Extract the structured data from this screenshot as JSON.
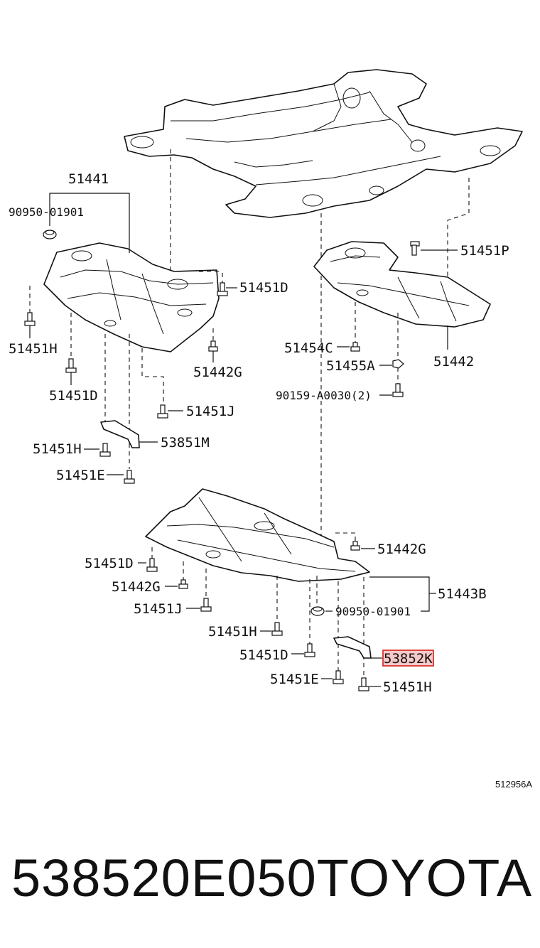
{
  "labels": {
    "l51441": "51441",
    "l90950a": "90950-01901",
    "l51451D_a": "51451D",
    "l51451H_a": "51451H",
    "l51442G_a": "51442G",
    "l51451D_b": "51451D",
    "l51451J_a": "51451J",
    "l51451H_b": "51451H",
    "l53851M": "53851M",
    "l51451E_a": "51451E",
    "l51451P": "51451P",
    "l51454C": "51454C",
    "l51455A": "51455A",
    "l51442": "51442",
    "l90159": "90159-A0030(2)",
    "l51442G_b": "51442G",
    "l51451D_c": "51451D",
    "l51442G_c": "51442G",
    "l51443B": "51443B",
    "l51451J_b": "51451J",
    "l90950b": "90950-01901",
    "l51451H_c": "51451H",
    "l51451D_d": "51451D",
    "l53852K": "53852K",
    "l51451E_b": "51451E",
    "l51451H_d": "51451H",
    "ref": "512956A"
  },
  "footer": {
    "part_number": "538520E050",
    "brand": "TOYOTA"
  },
  "highlight": {
    "part": "53852K",
    "color": "#d32020",
    "fill": "#f6c9c9"
  }
}
